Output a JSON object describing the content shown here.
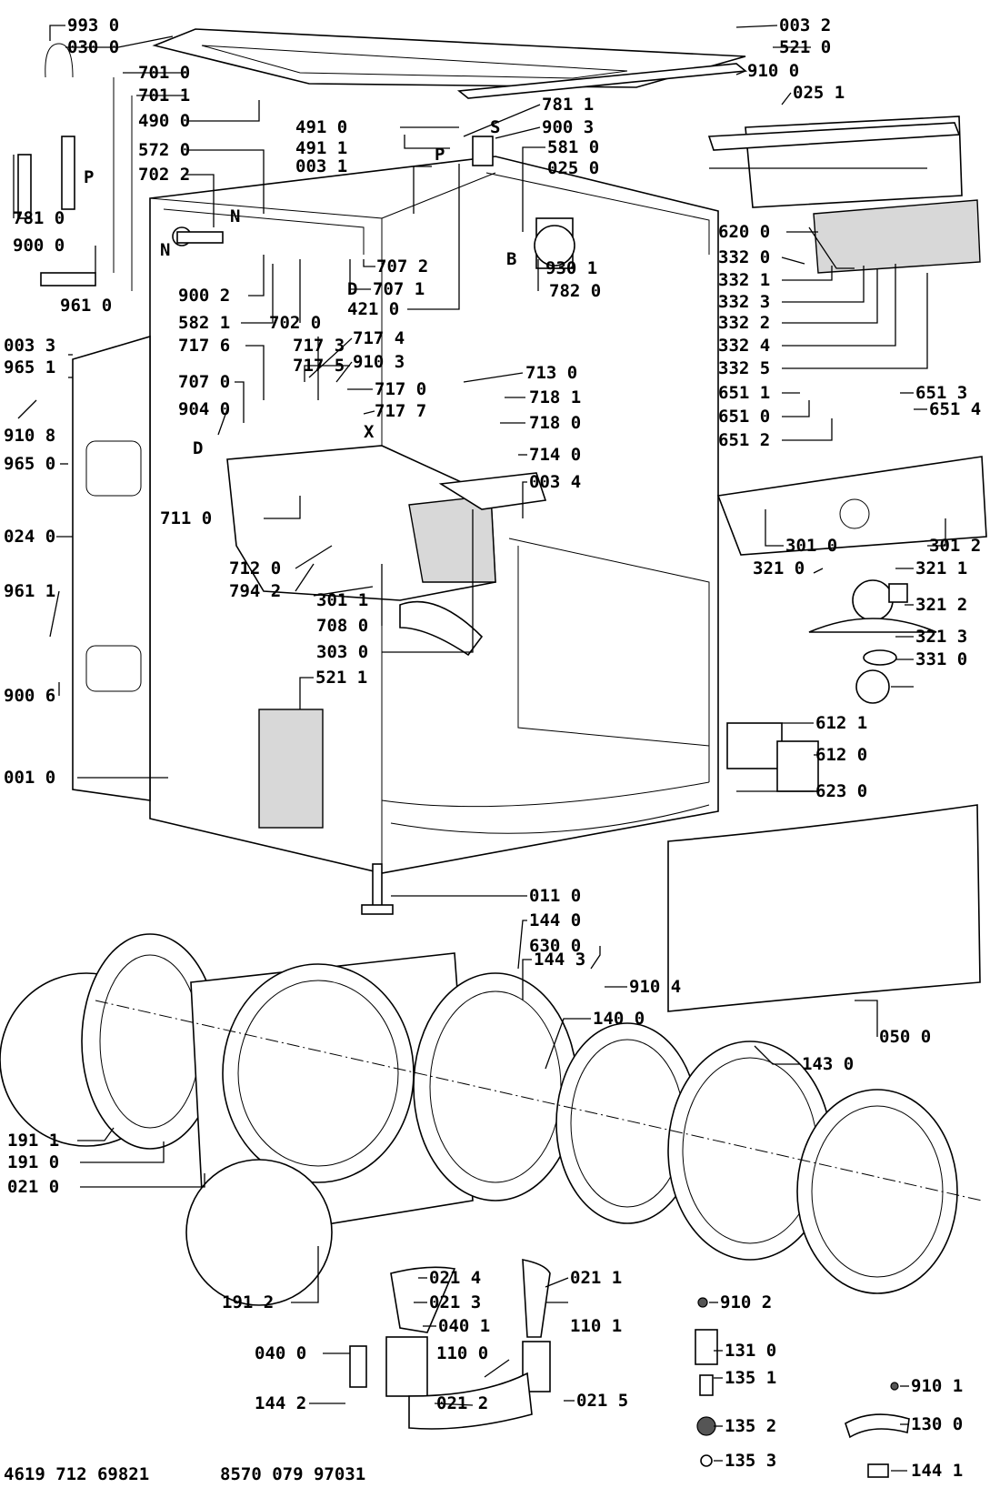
{
  "labels": [
    {
      "id": "993-0",
      "text": "993 0"
    },
    {
      "id": "030-0",
      "text": "030 0"
    },
    {
      "id": "701-0",
      "text": "701 0"
    },
    {
      "id": "701-1",
      "text": "701 1"
    },
    {
      "id": "490-0",
      "text": "490 0"
    },
    {
      "id": "491-0",
      "text": "491 0"
    },
    {
      "id": "491-1",
      "text": "491 1"
    },
    {
      "id": "572-0",
      "text": "572 0"
    },
    {
      "id": "003-1",
      "text": "003 1"
    },
    {
      "id": "702-2",
      "text": "702 2"
    },
    {
      "id": "781-0",
      "text": "781 0"
    },
    {
      "id": "900-0",
      "text": "900 0"
    },
    {
      "id": "961-0",
      "text": "961 0"
    },
    {
      "id": "900-2",
      "text": "900 2"
    },
    {
      "id": "582-1",
      "text": "582 1"
    },
    {
      "id": "702-0",
      "text": "702 0"
    },
    {
      "id": "003-3",
      "text": "003 3"
    },
    {
      "id": "965-1",
      "text": "965 1"
    },
    {
      "id": "910-8",
      "text": "910 8"
    },
    {
      "id": "965-0",
      "text": "965 0"
    },
    {
      "id": "024-0",
      "text": "024 0"
    },
    {
      "id": "961-1",
      "text": "961 1"
    },
    {
      "id": "900-6",
      "text": "900 6"
    },
    {
      "id": "001-0",
      "text": "001 0"
    },
    {
      "id": "717-6",
      "text": "717 6"
    },
    {
      "id": "717-3",
      "text": "717 3"
    },
    {
      "id": "717-5",
      "text": "717 5"
    },
    {
      "id": "717-4",
      "text": "717 4"
    },
    {
      "id": "910-3",
      "text": "910 3"
    },
    {
      "id": "717-0",
      "text": "717 0"
    },
    {
      "id": "717-7",
      "text": "717 7"
    },
    {
      "id": "707-0",
      "text": "707 0"
    },
    {
      "id": "904-0",
      "text": "904 0"
    },
    {
      "id": "711-0",
      "text": "711 0"
    },
    {
      "id": "712-0",
      "text": "712 0"
    },
    {
      "id": "794-2",
      "text": "794 2"
    },
    {
      "id": "301-1",
      "text": "301 1"
    },
    {
      "id": "708-0",
      "text": "708 0"
    },
    {
      "id": "303-0",
      "text": "303 0"
    },
    {
      "id": "521-1",
      "text": "521 1"
    },
    {
      "id": "713-0",
      "text": "713 0"
    },
    {
      "id": "718-1",
      "text": "718 1"
    },
    {
      "id": "718-0",
      "text": "718 0"
    },
    {
      "id": "714-0",
      "text": "714 0"
    },
    {
      "id": "003-4",
      "text": "003 4"
    },
    {
      "id": "707-2",
      "text": "707 2"
    },
    {
      "id": "707-1",
      "text": "707 1"
    },
    {
      "id": "421-0",
      "text": "421 0"
    },
    {
      "id": "781-1",
      "text": "781 1"
    },
    {
      "id": "900-3",
      "text": "900 3"
    },
    {
      "id": "581-0",
      "text": "581 0"
    },
    {
      "id": "025-0",
      "text": "025 0"
    },
    {
      "id": "930-1",
      "text": "930 1"
    },
    {
      "id": "782-0",
      "text": "782 0"
    },
    {
      "id": "003-2",
      "text": "003 2"
    },
    {
      "id": "521-0",
      "text": "521 0"
    },
    {
      "id": "910-0",
      "text": "910 0"
    },
    {
      "id": "025-1",
      "text": "025 1"
    },
    {
      "id": "620-0",
      "text": "620 0"
    },
    {
      "id": "332-0",
      "text": "332 0"
    },
    {
      "id": "332-1",
      "text": "332 1"
    },
    {
      "id": "332-3",
      "text": "332 3"
    },
    {
      "id": "332-2",
      "text": "332 2"
    },
    {
      "id": "332-4",
      "text": "332 4"
    },
    {
      "id": "332-5",
      "text": "332 5"
    },
    {
      "id": "651-1",
      "text": "651 1"
    },
    {
      "id": "651-0",
      "text": "651 0"
    },
    {
      "id": "651-2",
      "text": "651 2"
    },
    {
      "id": "651-3",
      "text": "651 3"
    },
    {
      "id": "651-4",
      "text": "651 4"
    },
    {
      "id": "301-0",
      "text": "301 0"
    },
    {
      "id": "301-2",
      "text": "301 2"
    },
    {
      "id": "321-0",
      "text": "321 0"
    },
    {
      "id": "321-1",
      "text": "321 1"
    },
    {
      "id": "321-2",
      "text": "321 2"
    },
    {
      "id": "321-3",
      "text": "321 3"
    },
    {
      "id": "331-0",
      "text": "331 0"
    },
    {
      "id": "612-1",
      "text": "612 1"
    },
    {
      "id": "612-0",
      "text": "612 0"
    },
    {
      "id": "623-0",
      "text": "623 0"
    },
    {
      "id": "011-0",
      "text": "011 0"
    },
    {
      "id": "144-0",
      "text": "144 0"
    },
    {
      "id": "630-0",
      "text": "630 0"
    },
    {
      "id": "144-3",
      "text": "144 3"
    },
    {
      "id": "910-4",
      "text": "910 4"
    },
    {
      "id": "050-0",
      "text": "050 0"
    },
    {
      "id": "140-0",
      "text": "140 0"
    },
    {
      "id": "143-0",
      "text": "143 0"
    },
    {
      "id": "191-1",
      "text": "191 1"
    },
    {
      "id": "191-0",
      "text": "191 0"
    },
    {
      "id": "021-0",
      "text": "021 0"
    },
    {
      "id": "191-2",
      "text": "191 2"
    },
    {
      "id": "021-4",
      "text": "021 4"
    },
    {
      "id": "021-3",
      "text": "021 3"
    },
    {
      "id": "040-1",
      "text": "040 1"
    },
    {
      "id": "040-0",
      "text": "040 0"
    },
    {
      "id": "110-0",
      "text": "110 0"
    },
    {
      "id": "110-1",
      "text": "110 1"
    },
    {
      "id": "021-1",
      "text": "021 1"
    },
    {
      "id": "144-2",
      "text": "144 2"
    },
    {
      "id": "021-2",
      "text": "021 2"
    },
    {
      "id": "021-5",
      "text": "021 5"
    },
    {
      "id": "910-2",
      "text": "910 2"
    },
    {
      "id": "131-0",
      "text": "131 0"
    },
    {
      "id": "135-1",
      "text": "135 1"
    },
    {
      "id": "135-2",
      "text": "135 2"
    },
    {
      "id": "135-3",
      "text": "135 3"
    },
    {
      "id": "910-1",
      "text": "910 1"
    },
    {
      "id": "130-0",
      "text": "130 0"
    },
    {
      "id": "144-1",
      "text": "144 1"
    }
  ],
  "letters": [
    {
      "id": "P-left",
      "text": "P"
    },
    {
      "id": "N-hose",
      "text": "N"
    },
    {
      "id": "N-valve",
      "text": "N"
    },
    {
      "id": "S",
      "text": "S"
    },
    {
      "id": "P-valve",
      "text": "P"
    },
    {
      "id": "B",
      "text": "B"
    },
    {
      "id": "D-valve",
      "text": "D"
    },
    {
      "id": "D-dispenser",
      "text": "D"
    },
    {
      "id": "X",
      "text": "X"
    }
  ],
  "footer": {
    "left_code": "4619 712 69821",
    "right_code": "8570 079 97031"
  }
}
